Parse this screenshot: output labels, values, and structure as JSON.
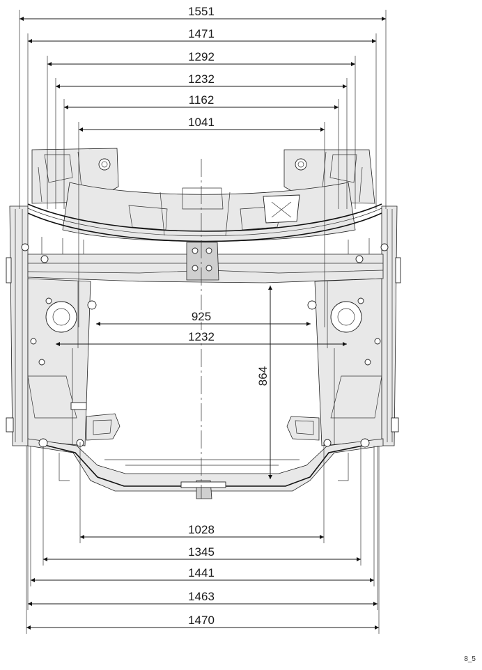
{
  "dimensions": {
    "top": [
      {
        "id": "w1551",
        "label": "1551"
      },
      {
        "id": "w1471",
        "label": "1471"
      },
      {
        "id": "w1292",
        "label": "1292"
      },
      {
        "id": "w1232a",
        "label": "1232"
      },
      {
        "id": "w1162",
        "label": "1162"
      },
      {
        "id": "w1041",
        "label": "1041"
      }
    ],
    "middle": [
      {
        "id": "w925",
        "label": "925"
      },
      {
        "id": "w1232b",
        "label": "1232"
      }
    ],
    "vertical": {
      "id": "h864",
      "label": "864"
    },
    "bottom": [
      {
        "id": "w1028",
        "label": "1028"
      },
      {
        "id": "w1345",
        "label": "1345"
      },
      {
        "id": "w1441",
        "label": "1441"
      },
      {
        "id": "w1463",
        "label": "1463"
      },
      {
        "id": "w1470",
        "label": "1470"
      }
    ]
  },
  "figure_ref": "8_5"
}
